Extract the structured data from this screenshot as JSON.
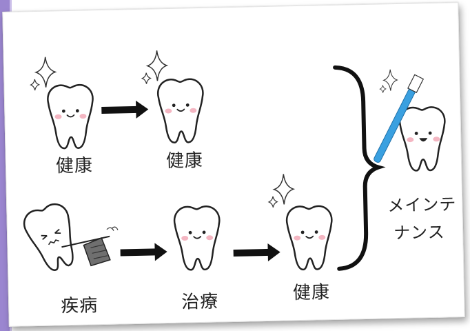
{
  "diagram": {
    "labels": {
      "health_top_left": "健康",
      "health_top_right": "健康",
      "disease": "疾病",
      "treatment": "治療",
      "health_bottom": "健康",
      "maintenance_line1": "メインテ",
      "maintenance_line2": "ナンス"
    },
    "colors": {
      "accent_bar": "#9b86d0",
      "arrow": "#111111",
      "cheek": "#f4b6c2",
      "toothbrush": "#3aa0e0"
    }
  }
}
